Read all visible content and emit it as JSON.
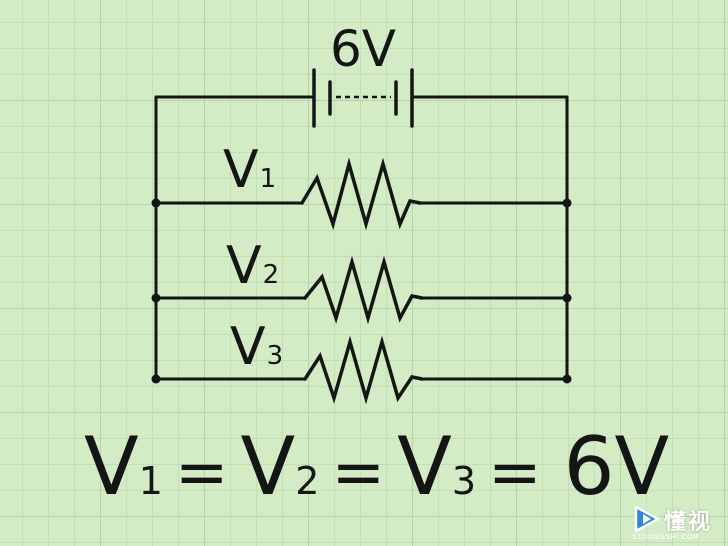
{
  "battery": {
    "label": "6V"
  },
  "branches": [
    {
      "base": "V",
      "subscript": "1"
    },
    {
      "base": "V",
      "subscript": "2"
    },
    {
      "base": "V",
      "subscript": "3"
    }
  ],
  "equation": {
    "terms": [
      {
        "base": "V",
        "subscript": "1"
      },
      {
        "base": "V",
        "subscript": "2"
      },
      {
        "base": "V",
        "subscript": "3"
      }
    ],
    "equals": "=",
    "result": "6V"
  },
  "watermark": {
    "text": "懂视",
    "sub": "51DONGSHI.COM"
  },
  "colors": {
    "ink": "#151515",
    "paper": "#d3ecc6",
    "grid": "#b3d6a4",
    "watermark_blue": "#2f86d6"
  }
}
